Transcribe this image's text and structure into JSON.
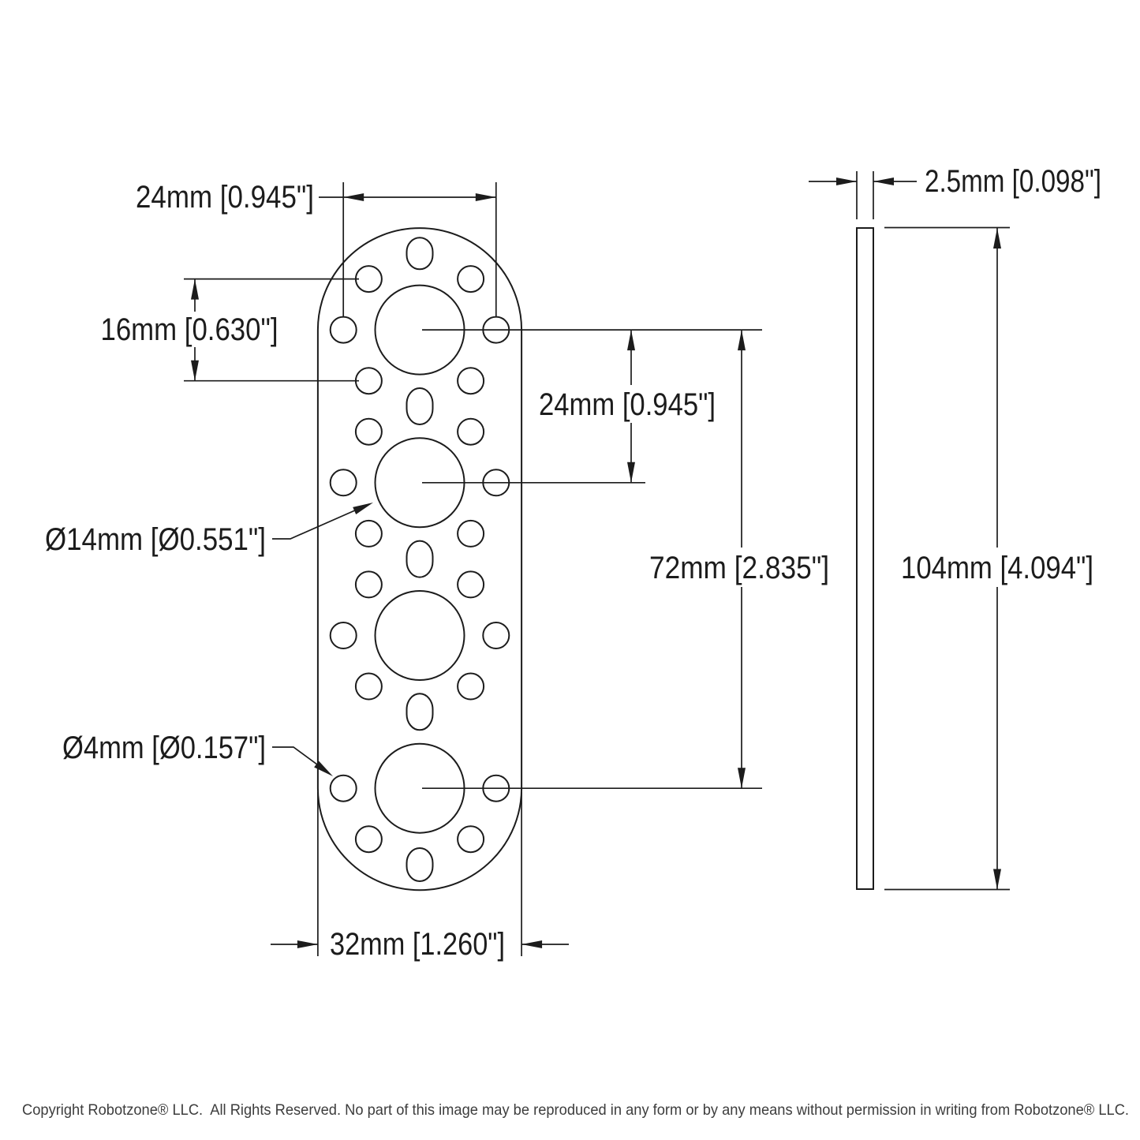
{
  "drawing": {
    "colors": {
      "line": "#1c1c1c",
      "text": "#1c1c1c",
      "copyright": "#3d3d3d",
      "background": "#ffffff"
    },
    "dims": {
      "top_hole_spacing": "24mm [0.945\"]",
      "row_spacing": "16mm [0.630\"]",
      "vertical_hole_spacing": "24mm [0.945\"]",
      "large_hole_diameter": "Ø14mm [Ø0.551\"]",
      "hole_pattern_span": "72mm [2.835\"]",
      "small_hole_diameter": "Ø4mm [Ø0.157\"]",
      "beam_width": "32mm [1.260\"]",
      "thickness": "2.5mm [0.098\"]",
      "overall_length": "104mm [4.094\"]"
    }
  },
  "footer": {
    "copyright": "Copyright Robotzone® LLC.  All Rights Reserved. No part of this image may be reproduced in any form or by any means without permission in writing from Robotzone® LLC."
  }
}
